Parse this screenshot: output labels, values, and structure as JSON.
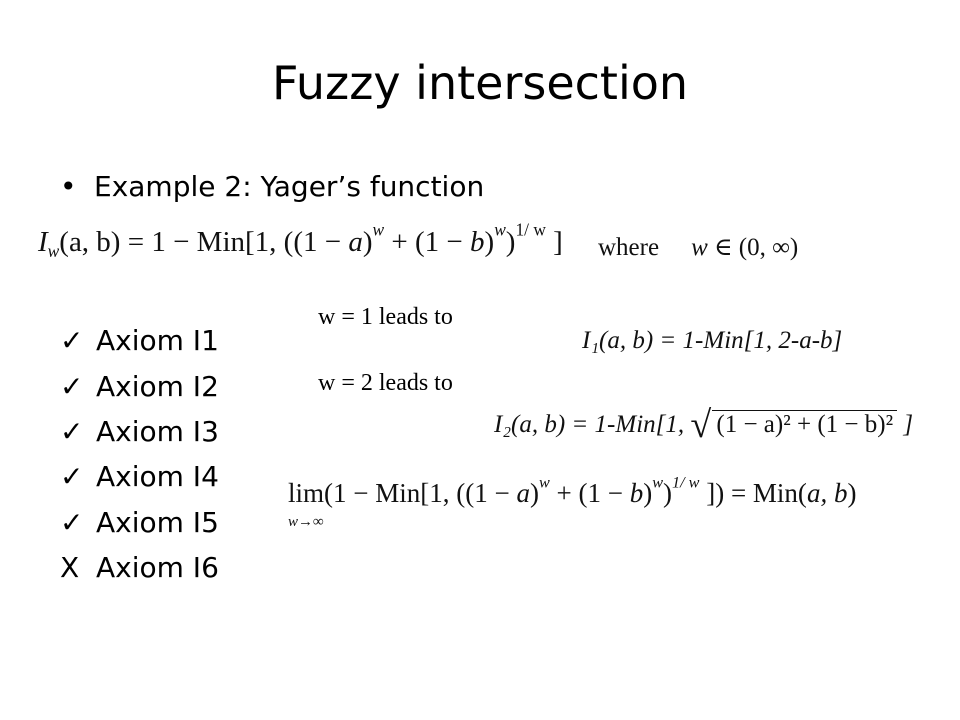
{
  "slide": {
    "title": "Fuzzy intersection",
    "bullet": "Example 2: Yager’s function",
    "bullet_marker": "•",
    "equation_main": {
      "lhs_I": "I",
      "lhs_sub": "w",
      "lhs_args": "(a, b)",
      "rhs_1": " = 1 − Min[1, ((1 − ",
      "rhs_a": "a",
      "rhs_2": ")",
      "rhs_w1": "w",
      "rhs_3": " + (1 − ",
      "rhs_b": "b",
      "rhs_4": ")",
      "rhs_w2": "w",
      "rhs_5": ")",
      "rhs_exp": "1/ w",
      "rhs_6": " ]"
    },
    "where": {
      "word": "where",
      "var": "w",
      "set": " ∈ (0, ∞)"
    },
    "leads_1": "w = 1 leads to",
    "leads_2": "w = 2 leads to",
    "result_1": "I₁(a, b) = 1-Min[1, 2-a-b]",
    "result_2": {
      "prefix": "I₂(a, b) = 1-Min[1, ",
      "radical": "√",
      "radicand": "(1 − a)² + (1 − b)²",
      "suffix": " ]"
    },
    "limit": {
      "lim": "lim",
      "sub": "w→∞",
      "expr1": "(1 − Min[1, ((1 − ",
      "a": "a",
      "expr2": ")",
      "w1": "w",
      "expr3": " + (1 − ",
      "b": "b",
      "expr4": ")",
      "w2": "w",
      "expr5": ")",
      "exp": "1/ w",
      "expr6": " ]) = Min(",
      "args": "a, b",
      "expr7": ")"
    },
    "axioms": [
      {
        "mark": "✓",
        "label": "Axiom I1"
      },
      {
        "mark": "✓",
        "label": "Axiom I2"
      },
      {
        "mark": "✓",
        "label": "Axiom I3"
      },
      {
        "mark": "✓",
        "label": "Axiom I4"
      },
      {
        "mark": "✓",
        "label": "Axiom I5"
      },
      {
        "mark": "X",
        "label": "Axiom I6"
      }
    ]
  }
}
